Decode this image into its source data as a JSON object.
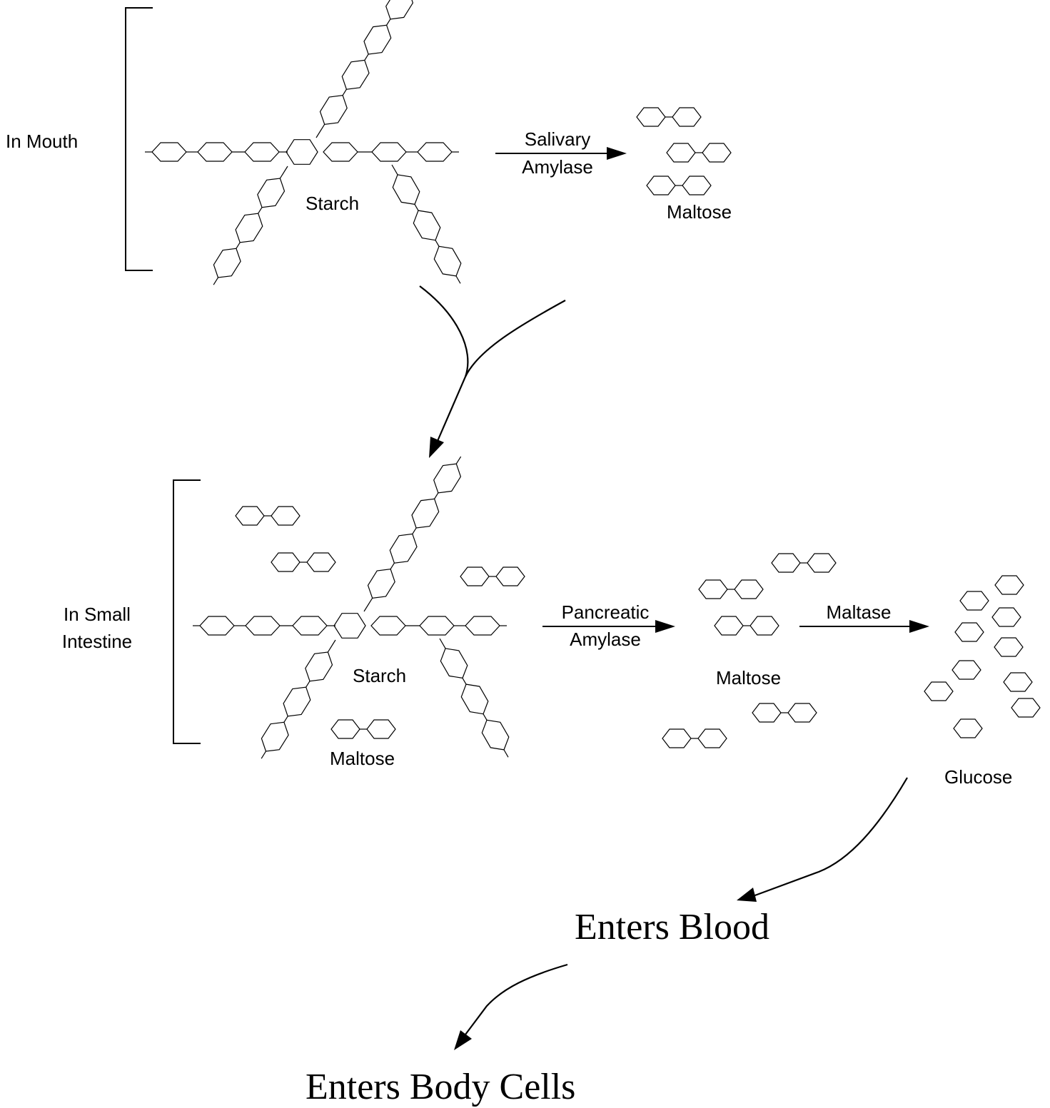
{
  "mouth": {
    "label": "In Mouth",
    "starch_label": "Starch",
    "enzyme_line1": "Salivary",
    "enzyme_line2": "Amylase",
    "product_label": "Maltose"
  },
  "intestine": {
    "label_line1": "In Small",
    "label_line2": "Intestine",
    "starch_label": "Starch",
    "maltose_label": "Maltose",
    "enzyme1_line1": "Pancreatic",
    "enzyme1_line2": "Amylase",
    "product1_label": "Maltose",
    "enzyme2": "Maltase",
    "product2_label": "Glucose"
  },
  "blood_label": "Enters Blood",
  "cells_label": "Enters Body Cells"
}
